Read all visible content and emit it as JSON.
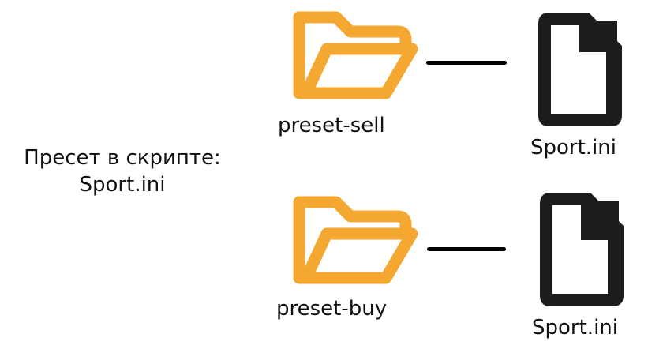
{
  "diagram": {
    "main_label": {
      "line1": "Пресет в скрипте:",
      "line2": "Sport.ini"
    },
    "colors": {
      "folder": "#F4A832",
      "file": "#1C1C1E",
      "connector": "#000000",
      "background": "#FFFFFF"
    },
    "rows": [
      {
        "folder": {
          "icon": "folder-open-icon",
          "label": "preset-sell"
        },
        "file": {
          "icon": "file-icon",
          "label": "Sport.ini"
        }
      },
      {
        "folder": {
          "icon": "folder-open-icon",
          "label": "preset-buy"
        },
        "file": {
          "icon": "file-icon",
          "label": "Sport.ini"
        }
      }
    ]
  }
}
